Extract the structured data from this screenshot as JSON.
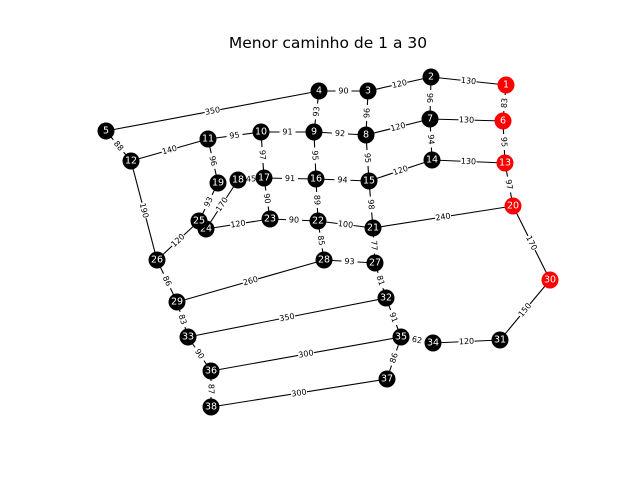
{
  "title": "Menor caminho de 1 a 30",
  "colors": {
    "path_node": "#ff0000",
    "node": "#000000",
    "node_label": "#ffffff",
    "edge": "#000000"
  },
  "graph": {
    "nodes": [
      {
        "id": "1",
        "on_path": true
      },
      {
        "id": "2",
        "on_path": false
      },
      {
        "id": "3",
        "on_path": false
      },
      {
        "id": "4",
        "on_path": false
      },
      {
        "id": "5",
        "on_path": false
      },
      {
        "id": "6",
        "on_path": true
      },
      {
        "id": "7",
        "on_path": false
      },
      {
        "id": "8",
        "on_path": false
      },
      {
        "id": "9",
        "on_path": false
      },
      {
        "id": "10",
        "on_path": false
      },
      {
        "id": "11",
        "on_path": false
      },
      {
        "id": "12",
        "on_path": false
      },
      {
        "id": "13",
        "on_path": true
      },
      {
        "id": "14",
        "on_path": false
      },
      {
        "id": "15",
        "on_path": false
      },
      {
        "id": "16",
        "on_path": false
      },
      {
        "id": "17",
        "on_path": false
      },
      {
        "id": "18",
        "on_path": false
      },
      {
        "id": "19",
        "on_path": false
      },
      {
        "id": "20",
        "on_path": true
      },
      {
        "id": "21",
        "on_path": false
      },
      {
        "id": "22",
        "on_path": false
      },
      {
        "id": "23",
        "on_path": false
      },
      {
        "id": "24",
        "on_path": false
      },
      {
        "id": "25",
        "on_path": false
      },
      {
        "id": "26",
        "on_path": false
      },
      {
        "id": "27",
        "on_path": false
      },
      {
        "id": "28",
        "on_path": false
      },
      {
        "id": "29",
        "on_path": false
      },
      {
        "id": "30",
        "on_path": true
      },
      {
        "id": "31",
        "on_path": false
      },
      {
        "id": "32",
        "on_path": false
      },
      {
        "id": "33",
        "on_path": false
      },
      {
        "id": "34",
        "on_path": false
      },
      {
        "id": "35",
        "on_path": false
      },
      {
        "id": "36",
        "on_path": false
      },
      {
        "id": "37",
        "on_path": false
      },
      {
        "id": "38",
        "on_path": false
      }
    ],
    "edges": [
      {
        "from": "1",
        "to": "2",
        "weight": "130"
      },
      {
        "from": "2",
        "to": "3",
        "weight": "120"
      },
      {
        "from": "3",
        "to": "4",
        "weight": "90"
      },
      {
        "from": "4",
        "to": "5",
        "weight": "350"
      },
      {
        "from": "1",
        "to": "6",
        "weight": "83"
      },
      {
        "from": "2",
        "to": "7",
        "weight": "96"
      },
      {
        "from": "3",
        "to": "8",
        "weight": "96"
      },
      {
        "from": "4",
        "to": "9",
        "weight": "93"
      },
      {
        "from": "5",
        "to": "12",
        "weight": "88"
      },
      {
        "from": "6",
        "to": "7",
        "weight": "130"
      },
      {
        "from": "7",
        "to": "8",
        "weight": "120"
      },
      {
        "from": "8",
        "to": "9",
        "weight": "92"
      },
      {
        "from": "9",
        "to": "10",
        "weight": "91"
      },
      {
        "from": "10",
        "to": "11",
        "weight": "95"
      },
      {
        "from": "11",
        "to": "12",
        "weight": "140"
      },
      {
        "from": "6",
        "to": "13",
        "weight": "95"
      },
      {
        "from": "7",
        "to": "14",
        "weight": "94"
      },
      {
        "from": "8",
        "to": "15",
        "weight": "95"
      },
      {
        "from": "9",
        "to": "16",
        "weight": "95"
      },
      {
        "from": "10",
        "to": "17",
        "weight": "97"
      },
      {
        "from": "11",
        "to": "19",
        "weight": "96"
      },
      {
        "from": "13",
        "to": "14",
        "weight": "130"
      },
      {
        "from": "14",
        "to": "15",
        "weight": "120"
      },
      {
        "from": "15",
        "to": "16",
        "weight": "94"
      },
      {
        "from": "16",
        "to": "17",
        "weight": "91"
      },
      {
        "from": "17",
        "to": "18",
        "weight": "45"
      },
      {
        "from": "13",
        "to": "20",
        "weight": "97"
      },
      {
        "from": "15",
        "to": "21",
        "weight": "98"
      },
      {
        "from": "16",
        "to": "22",
        "weight": "89"
      },
      {
        "from": "17",
        "to": "23",
        "weight": "90"
      },
      {
        "from": "18",
        "to": "24",
        "weight": "170"
      },
      {
        "from": "19",
        "to": "25",
        "weight": "93"
      },
      {
        "from": "20",
        "to": "21",
        "weight": "240"
      },
      {
        "from": "21",
        "to": "22",
        "weight": "100"
      },
      {
        "from": "22",
        "to": "23",
        "weight": "90"
      },
      {
        "from": "23",
        "to": "24",
        "weight": "120"
      },
      {
        "from": "12",
        "to": "26",
        "weight": "190"
      },
      {
        "from": "25",
        "to": "26",
        "weight": "120"
      },
      {
        "from": "20",
        "to": "30",
        "weight": "170"
      },
      {
        "from": "21",
        "to": "27",
        "weight": "77"
      },
      {
        "from": "22",
        "to": "28",
        "weight": "85"
      },
      {
        "from": "27",
        "to": "28",
        "weight": "93"
      },
      {
        "from": "28",
        "to": "29",
        "weight": "260"
      },
      {
        "from": "26",
        "to": "29",
        "weight": "86"
      },
      {
        "from": "30",
        "to": "31",
        "weight": "150"
      },
      {
        "from": "27",
        "to": "32",
        "weight": "81"
      },
      {
        "from": "29",
        "to": "33",
        "weight": "83"
      },
      {
        "from": "32",
        "to": "33",
        "weight": "350"
      },
      {
        "from": "31",
        "to": "34",
        "weight": "120"
      },
      {
        "from": "32",
        "to": "35",
        "weight": "91"
      },
      {
        "from": "34",
        "to": "35",
        "weight": "62"
      },
      {
        "from": "33",
        "to": "36",
        "weight": "90"
      },
      {
        "from": "35",
        "to": "36",
        "weight": "300"
      },
      {
        "from": "35",
        "to": "37",
        "weight": "86"
      },
      {
        "from": "36",
        "to": "38",
        "weight": "87"
      },
      {
        "from": "37",
        "to": "38",
        "weight": "300"
      }
    ]
  }
}
